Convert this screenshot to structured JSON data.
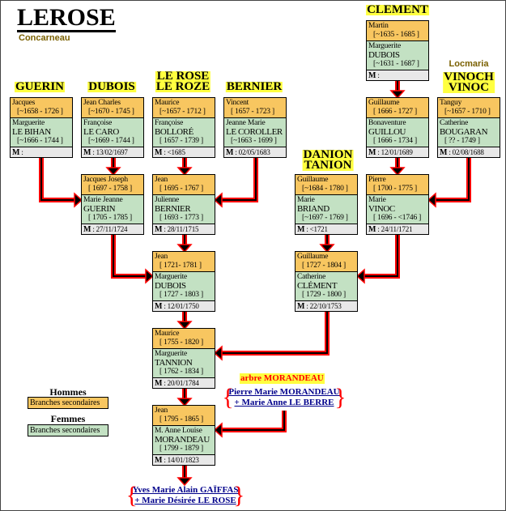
{
  "title": "LEROSE",
  "subtitle": "Concarneau",
  "families": [
    {
      "name": "GUERIN"
    },
    {
      "name": "DUBOIS"
    },
    {
      "name": "LE ROSE\nLE ROZE"
    },
    {
      "name": "BERNIER"
    },
    {
      "name": "CLEMENT"
    },
    {
      "name": "DANION\nTANION"
    },
    {
      "name": "VINOCH\nVINOC",
      "place": "Locmaria"
    }
  ],
  "couples": [
    {
      "id": "guerin",
      "husband": "Jacques",
      "husband_dates": "[~1658 - 1726 ]",
      "wife_first": "Marguerite",
      "wife_last": "LE BIHAN",
      "wife_dates": "[~1666 - 1744 ]",
      "marriage": ": "
    },
    {
      "id": "dubois",
      "husband": "Jean Charles",
      "husband_dates": "[~1670 - 1745 ]",
      "wife_first": "Françoise",
      "wife_last": "LE CARO",
      "wife_dates": "[~1669 - 1744 ]",
      "marriage": ": 13/02/1697"
    },
    {
      "id": "lerose",
      "husband": "Maurice",
      "husband_dates": "[~1657 - 1712 ]",
      "wife_first": "Françoise",
      "wife_last": "BOLLORÉ",
      "wife_dates": "[ 1657 - 1739 ]",
      "marriage": ": <1685"
    },
    {
      "id": "bernier",
      "husband": "Vincent",
      "husband_dates": "[ 1657 - 1723 ]",
      "wife_first": "Jeanne Marie",
      "wife_last": "LE COROLLER",
      "wife_dates": "[~1663 - 1699 ]",
      "marriage": ": 02/05/1683"
    },
    {
      "id": "clement1",
      "husband": "Martin",
      "husband_dates": "[~1635 - 1685 ]",
      "wife_first": "Marguerite",
      "wife_last": "DUBOIS",
      "wife_dates": "[~1631 - 1687 ]",
      "marriage": ": "
    },
    {
      "id": "clement2",
      "husband": "Guillaume",
      "husband_dates": "[ 1666 - 1727 ]",
      "wife_first": "Bonaventure",
      "wife_last": "GUILLOU",
      "wife_dates": "[ 1666 - 1734 ]",
      "marriage": ": 12/01/1689"
    },
    {
      "id": "vinoc",
      "husband": "Tanguy",
      "husband_dates": "[~1657 - 1710 ]",
      "wife_first": "Catherine",
      "wife_last": "BOUGARAN",
      "wife_dates": "[ ?? - 1749 ]",
      "marriage": ": 02/08/1688"
    },
    {
      "id": "jacques-joseph",
      "husband": "Jacques Joseph",
      "husband_dates": "[ 1697 - 1758 ]",
      "wife_first": "Marie Jeanne",
      "wife_last": "GUERIN",
      "wife_dates": "[ 1705 - 1785 ]",
      "marriage": ": 27/11/1724"
    },
    {
      "id": "jean1695",
      "husband": "Jean",
      "husband_dates": "[ 1695 - 1767 ]",
      "wife_first": "Julienne",
      "wife_last": "BERNIER",
      "wife_dates": "[ 1693 - 1773 ]",
      "marriage": ": 28/11/1715"
    },
    {
      "id": "danion",
      "husband": "Guillaume",
      "husband_dates": "[~1684 - 1780 ]",
      "wife_first": "Marie",
      "wife_last": "BRIAND",
      "wife_dates": "[~1697 - 1769 ]",
      "marriage": ": <1721"
    },
    {
      "id": "pierre",
      "husband": "Pierre",
      "husband_dates": "[ 1700 - 1775 ]",
      "wife_first": "Marie",
      "wife_last": "VINOC",
      "wife_dates": "[ 1696 - <1746 ]",
      "marriage": ": 24/11/1721"
    },
    {
      "id": "jean1721",
      "husband": "Jean",
      "husband_dates": "[ 1721- 1781 ]",
      "wife_first": "Marguerite",
      "wife_last": "DUBOIS",
      "wife_dates": "[ 1727 - 1803 ]",
      "marriage": ": 12/01/1750"
    },
    {
      "id": "guillaume1727",
      "husband": "Guillaume",
      "husband_dates": "[ 1727 - 1804 ]",
      "wife_first": "Catherine",
      "wife_last": "CLÉMENT",
      "wife_dates": "[ 1729 - 1800 ]",
      "marriage": ": 22/10/1753"
    },
    {
      "id": "maurice1755",
      "husband": "Maurice",
      "husband_dates": "[ 1755 - 1820 ]",
      "wife_first": "Marguerite",
      "wife_last": "TANNION",
      "wife_dates": "[ 1762 - 1834 ]",
      "marriage": ": 20/01/1784"
    },
    {
      "id": "jean1795",
      "husband": "Jean",
      "husband_dates": "[ 1795 - 1865 ]",
      "wife_first": "M. Anne Louise",
      "wife_last": "MORANDEAU",
      "wife_dates": "[ 1799 - 1879 ]",
      "marriage": ": 14/01/1823"
    }
  ],
  "marriage_label": "M",
  "legend": {
    "men": "Hommes",
    "women": "Femmes",
    "branch": "Branches secondaires"
  },
  "morandeau": {
    "label": "arbre MORANDEAU",
    "line1": "Pierre Marie MORANDEAU",
    "line2": "+ Marie Anne LE BERRE"
  },
  "descendant": {
    "line1": "Yves Marie Alain GAÏFFAS",
    "line2": "+ Marie Désirée LE ROSE"
  },
  "colors": {
    "men": "#f8c660",
    "women": "#c3e1c3",
    "marriage": "#e8e8e8",
    "arrow": "#ff0000",
    "family_highlight": "#ffff40",
    "link": "#00008b"
  }
}
